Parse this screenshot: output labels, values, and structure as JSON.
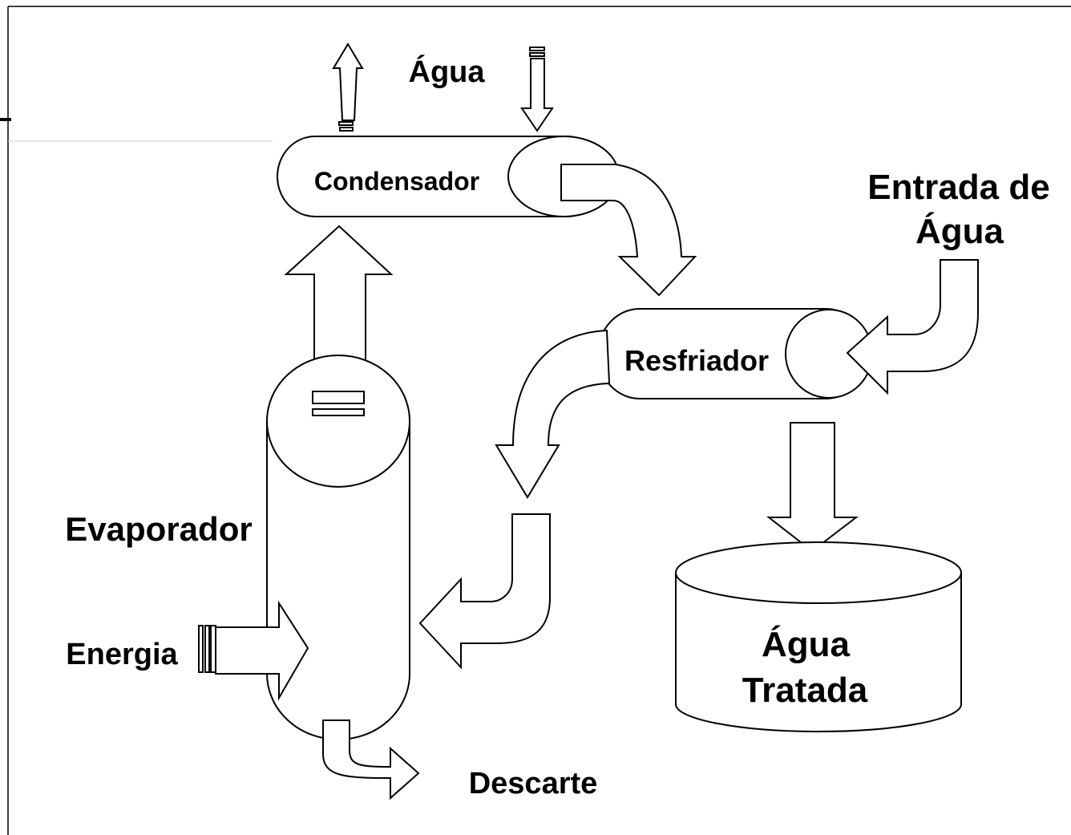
{
  "labels": {
    "water_top": "Água",
    "condenser": "Condensador",
    "water_inlet_line1": "Entrada de",
    "water_inlet_line2": "Água",
    "cooler": "Resfriador",
    "evaporator": "Evaporador",
    "energy": "Energia",
    "treated_line1": "Água",
    "treated_line2": "Tratada",
    "discard": "Descarte"
  },
  "colors": {
    "stroke": "#000000",
    "fill": "#ffffff"
  }
}
